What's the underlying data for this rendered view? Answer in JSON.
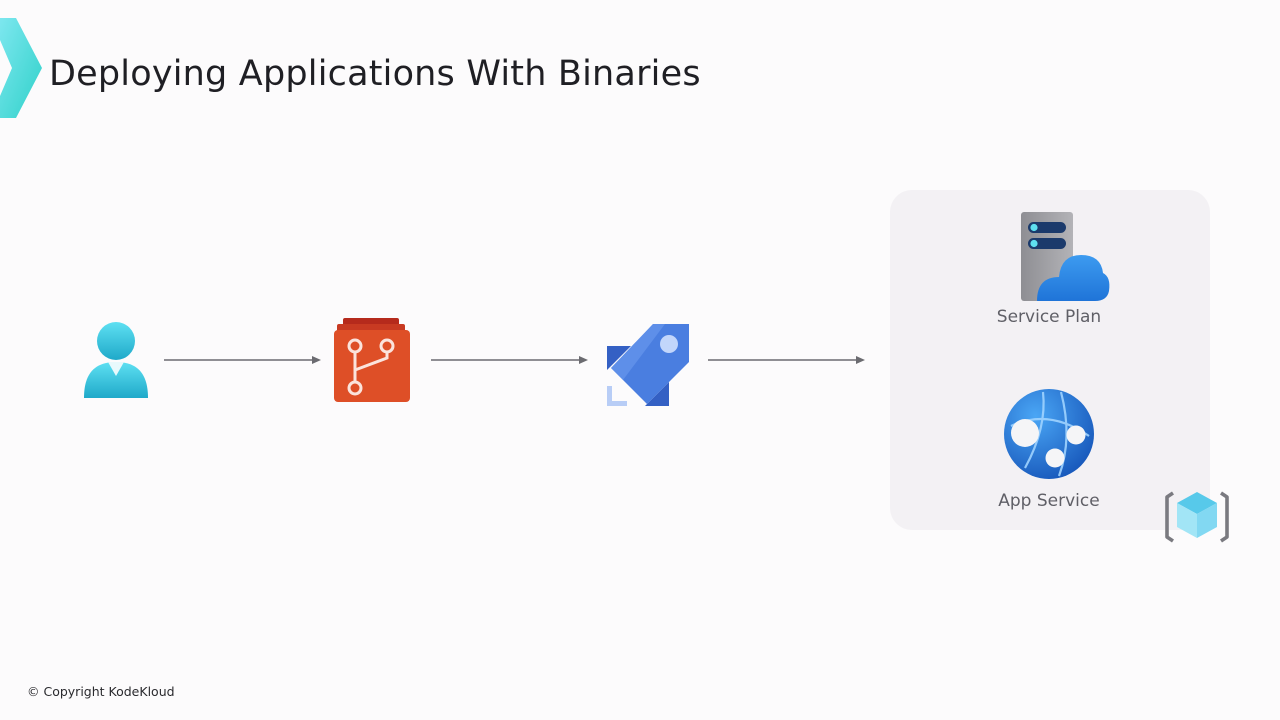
{
  "slide": {
    "title": "Deploying Applications With Binaries"
  },
  "nodes": {
    "developer": {
      "icon": "user-icon"
    },
    "repo": {
      "icon": "azure-repos-icon"
    },
    "pipeline": {
      "icon": "azure-pipelines-icon"
    },
    "service_plan": {
      "icon": "service-plan-icon",
      "label": "Service Plan"
    },
    "app_service": {
      "icon": "app-service-icon",
      "label": "App Service"
    },
    "resource_group": {
      "icon": "resource-group-icon"
    }
  },
  "footer": {
    "copyright": "© Copyright KodeKloud"
  },
  "colors": {
    "brand_teal": "#3fd9d9",
    "arrow": "#6b6b70",
    "repos_orange": "#de4f27",
    "pipelines_blue": "#3f6fd6",
    "user_teal": "#32bedd",
    "cloud_blue": "#2f8ee8"
  }
}
